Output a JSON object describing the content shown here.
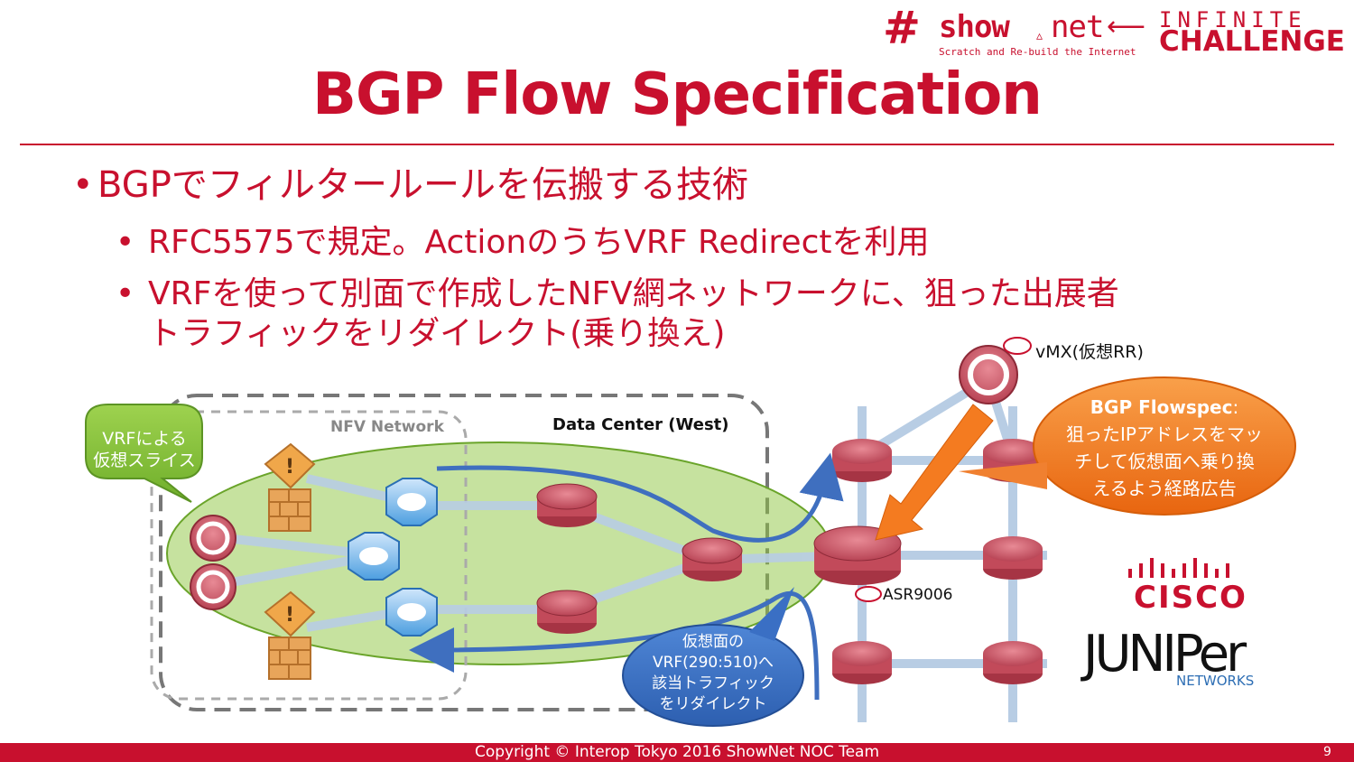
{
  "logo": {
    "hash": "#",
    "show": "show",
    "net": "net",
    "arrow": "⟵",
    "tagline": "Scratch and Re-build the Internet",
    "infinite": "INFINITE",
    "challenge": "CHALLENGE"
  },
  "title": "BGP Flow Specification",
  "bullets": {
    "main": "BGPでフィルタールールを伝搬する技術",
    "sub1": "RFC5575で規定。ActionのうちVRF Redirectを利用",
    "sub2_line1": "VRFを使って別面で作成したNFV網ネットワークに、狙った出展者",
    "sub2_line2": "トラフィックをリダイレクト(乗り換え)"
  },
  "diagram": {
    "vrf_callout": [
      "VRFによる",
      "仮想スライス"
    ],
    "nfv_network_label": "NFV Network",
    "dc_label": "Data Center (West)",
    "vmx_label": "vMX(仮想RR)",
    "asr_label": "ASR9006",
    "flowspec_callout": {
      "title": "BGP Flowspec",
      "colon": ":",
      "lines": [
        "狙ったIPアドレスをマッ",
        "チして仮想面へ乗り換",
        "えるよう経路広告"
      ]
    },
    "redirect_callout": [
      "仮想面の",
      "VRF(290:510)へ",
      "該当トラフィック",
      "をリダイレクト"
    ],
    "colors": {
      "brand_red": "#c8102e",
      "green_slice": "#8dc63f",
      "orange_callout": "#f47b20",
      "blue_callout": "#3a6fc4",
      "link_blue": "#b8cde4"
    }
  },
  "vendors": {
    "cisco": "CISCO",
    "juniper": "JUNIPer",
    "juniper_sub": "NETWORKS"
  },
  "footer": {
    "copyright": "Copyright © Interop Tokyo 2016 ShowNet NOC Team",
    "page": "9"
  }
}
